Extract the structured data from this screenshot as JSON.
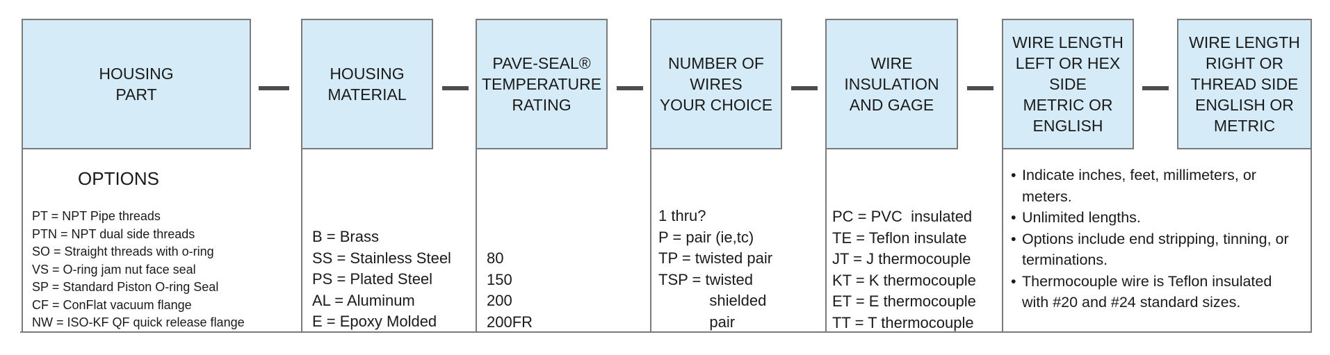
{
  "headers": [
    "HOUSING\nPART",
    "HOUSING\nMATERIAL",
    "PAVE-SEAL®\nTEMPERATURE\nRATING",
    "NUMBER OF\nWIRES\nYOUR CHOICE",
    "WIRE\nINSULATION\nAND GAGE",
    "WIRE LENGTH\nLEFT OR HEX\nSIDE\nMETRIC OR\nENGLISH",
    "WIRE LENGTH\nRIGHT OR\nTHREAD SIDE\nENGLISH OR\nMETRIC"
  ],
  "housing_part": {
    "title": "OPTIONS",
    "options": [
      "PT = NPT Pipe threads",
      "PTN = NPT dual side threads",
      "SO = Straight threads with o-ring",
      "VS = O-ring jam nut face seal",
      "SP = Standard Piston O-ring Seal",
      "CF = ConFlat vacuum flange",
      "NW = ISO-KF QF quick release flange"
    ]
  },
  "housing_material": [
    "B = Brass",
    "SS = Stainless Steel",
    "PS = Plated Steel",
    "AL = Aluminum",
    "E = Epoxy Molded"
  ],
  "temperature_rating": [
    "80",
    "150",
    "200",
    "200FR"
  ],
  "number_of_wires": [
    "1 thru?",
    "P = pair (ie,tc)",
    "TP = twisted pair",
    "TSP = twisted",
    "            shielded",
    "            pair"
  ],
  "wire_insulation": [
    "PC = PVC  insulated",
    "TE = Teflon insulate",
    "JT = J thermocouple",
    "KT = K thermocouple",
    "ET = E thermocouple",
    "TT = T thermocouple"
  ],
  "wire_length_notes": [
    "Indicate inches, feet, millimeters, or meters.",
    "Unlimited lengths.",
    "Options include end stripping, tinning, or terminations.",
    "Thermocouple wire is Teflon insulated with #20 and #24 standard sizes."
  ]
}
